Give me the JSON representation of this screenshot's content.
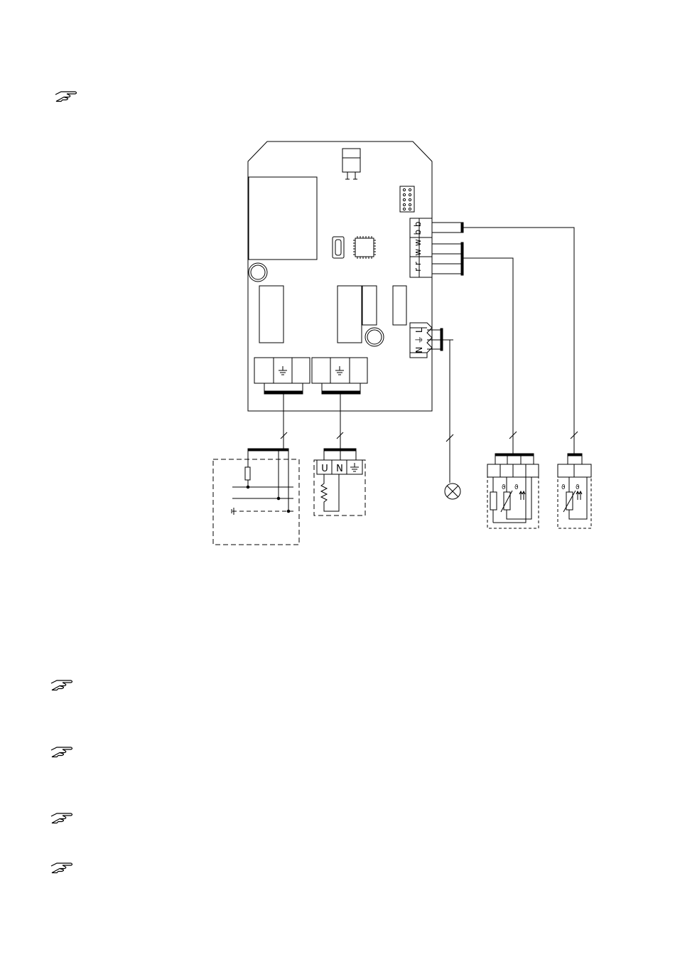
{
  "diagram": {
    "board_terminals": [
      {
        "id": "b",
        "label": "b b"
      },
      {
        "id": "w",
        "label": "w w"
      },
      {
        "id": "r",
        "label": "r r"
      }
    ],
    "power_terminal_label": "N ⏚ L",
    "motor_terminals": [
      "U",
      "N",
      "⏚"
    ],
    "earth_symbol": "⏚"
  },
  "notes": [
    {
      "id": "note-1",
      "icon": "pointing-hand-icon"
    },
    {
      "id": "note-2",
      "icon": "pointing-hand-icon"
    },
    {
      "id": "note-3",
      "icon": "pointing-hand-icon"
    },
    {
      "id": "note-4",
      "icon": "pointing-hand-icon"
    },
    {
      "id": "note-5",
      "icon": "pointing-hand-icon"
    }
  ]
}
